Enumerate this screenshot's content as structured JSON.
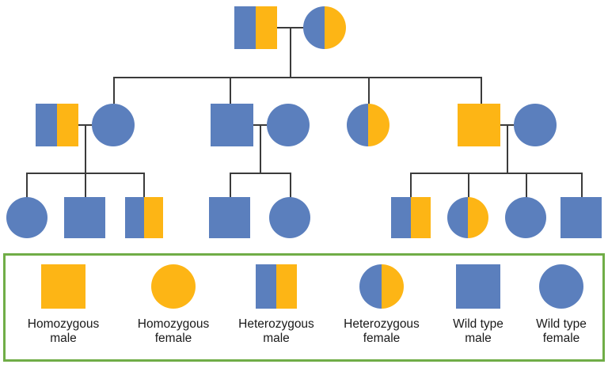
{
  "colors": {
    "wild_type": "#5B7FBD",
    "mutant": "#FDB515",
    "line": "#3b3b3b",
    "legend_border": "#70AD47",
    "background": "#ffffff"
  },
  "diagram": {
    "type": "pedigree-chart",
    "generations": [
      {
        "id": "I",
        "individuals": [
          {
            "id": "I-1",
            "sex": "male",
            "shape": "square",
            "genotype": "heterozygous",
            "fill": "het"
          },
          {
            "id": "I-2",
            "sex": "female",
            "shape": "circle",
            "genotype": "heterozygous",
            "fill": "het"
          }
        ],
        "matings": [
          {
            "partners": [
              "I-1",
              "I-2"
            ],
            "children": [
              "II-1",
              "II-3",
              "II-5",
              "II-6"
            ]
          }
        ]
      },
      {
        "id": "II",
        "individuals": [
          {
            "id": "II-1",
            "sex": "female",
            "shape": "circle",
            "genotype": "wild type",
            "fill": "wt"
          },
          {
            "id": "II-2",
            "sex": "male",
            "shape": "square",
            "genotype": "heterozygous",
            "fill": "het"
          },
          {
            "id": "II-3",
            "sex": "male",
            "shape": "square",
            "genotype": "wild type",
            "fill": "wt"
          },
          {
            "id": "II-4",
            "sex": "female",
            "shape": "circle",
            "genotype": "wild type",
            "fill": "wt"
          },
          {
            "id": "II-5",
            "sex": "female",
            "shape": "circle",
            "genotype": "heterozygous",
            "fill": "het"
          },
          {
            "id": "II-6",
            "sex": "male",
            "shape": "square",
            "genotype": "homozygous",
            "fill": "homo"
          },
          {
            "id": "II-7",
            "sex": "female",
            "shape": "circle",
            "genotype": "wild type",
            "fill": "wt"
          }
        ],
        "matings": [
          {
            "partners": [
              "II-2",
              "II-1"
            ],
            "children": [
              "III-1",
              "III-2",
              "III-3"
            ]
          },
          {
            "partners": [
              "II-3",
              "II-4"
            ],
            "children": [
              "III-4",
              "III-5"
            ]
          },
          {
            "partners": [
              "II-6",
              "II-7"
            ],
            "children": [
              "III-6",
              "III-7",
              "III-8",
              "III-9"
            ]
          }
        ]
      },
      {
        "id": "III",
        "individuals": [
          {
            "id": "III-1",
            "sex": "female",
            "shape": "circle",
            "genotype": "wild type",
            "fill": "wt"
          },
          {
            "id": "III-2",
            "sex": "male",
            "shape": "square",
            "genotype": "wild type",
            "fill": "wt"
          },
          {
            "id": "III-3",
            "sex": "male",
            "shape": "square",
            "genotype": "heterozygous",
            "fill": "het"
          },
          {
            "id": "III-4",
            "sex": "male",
            "shape": "square",
            "genotype": "wild type",
            "fill": "wt"
          },
          {
            "id": "III-5",
            "sex": "female",
            "shape": "circle",
            "genotype": "wild type",
            "fill": "wt"
          },
          {
            "id": "III-6",
            "sex": "male",
            "shape": "square",
            "genotype": "heterozygous",
            "fill": "het"
          },
          {
            "id": "III-7",
            "sex": "female",
            "shape": "circle",
            "genotype": "heterozygous",
            "fill": "het"
          },
          {
            "id": "III-8",
            "sex": "female",
            "shape": "circle",
            "genotype": "wild type",
            "fill": "wt"
          },
          {
            "id": "III-9",
            "sex": "male",
            "shape": "square",
            "genotype": "wild type",
            "fill": "wt"
          }
        ]
      }
    ]
  },
  "legend": {
    "items": [
      {
        "label": "Homozygous\nmale",
        "shape": "square",
        "fill": "homo"
      },
      {
        "label": "Homozygous\nfemale",
        "shape": "circle",
        "fill": "homo"
      },
      {
        "label": "Heterozygous\nmale",
        "shape": "square",
        "fill": "het"
      },
      {
        "label": "Heterozygous\nfemale",
        "shape": "circle",
        "fill": "het"
      },
      {
        "label": "Wild type\nmale",
        "shape": "square",
        "fill": "wt"
      },
      {
        "label": "Wild type\nfemale",
        "shape": "circle",
        "fill": "wt"
      }
    ]
  }
}
